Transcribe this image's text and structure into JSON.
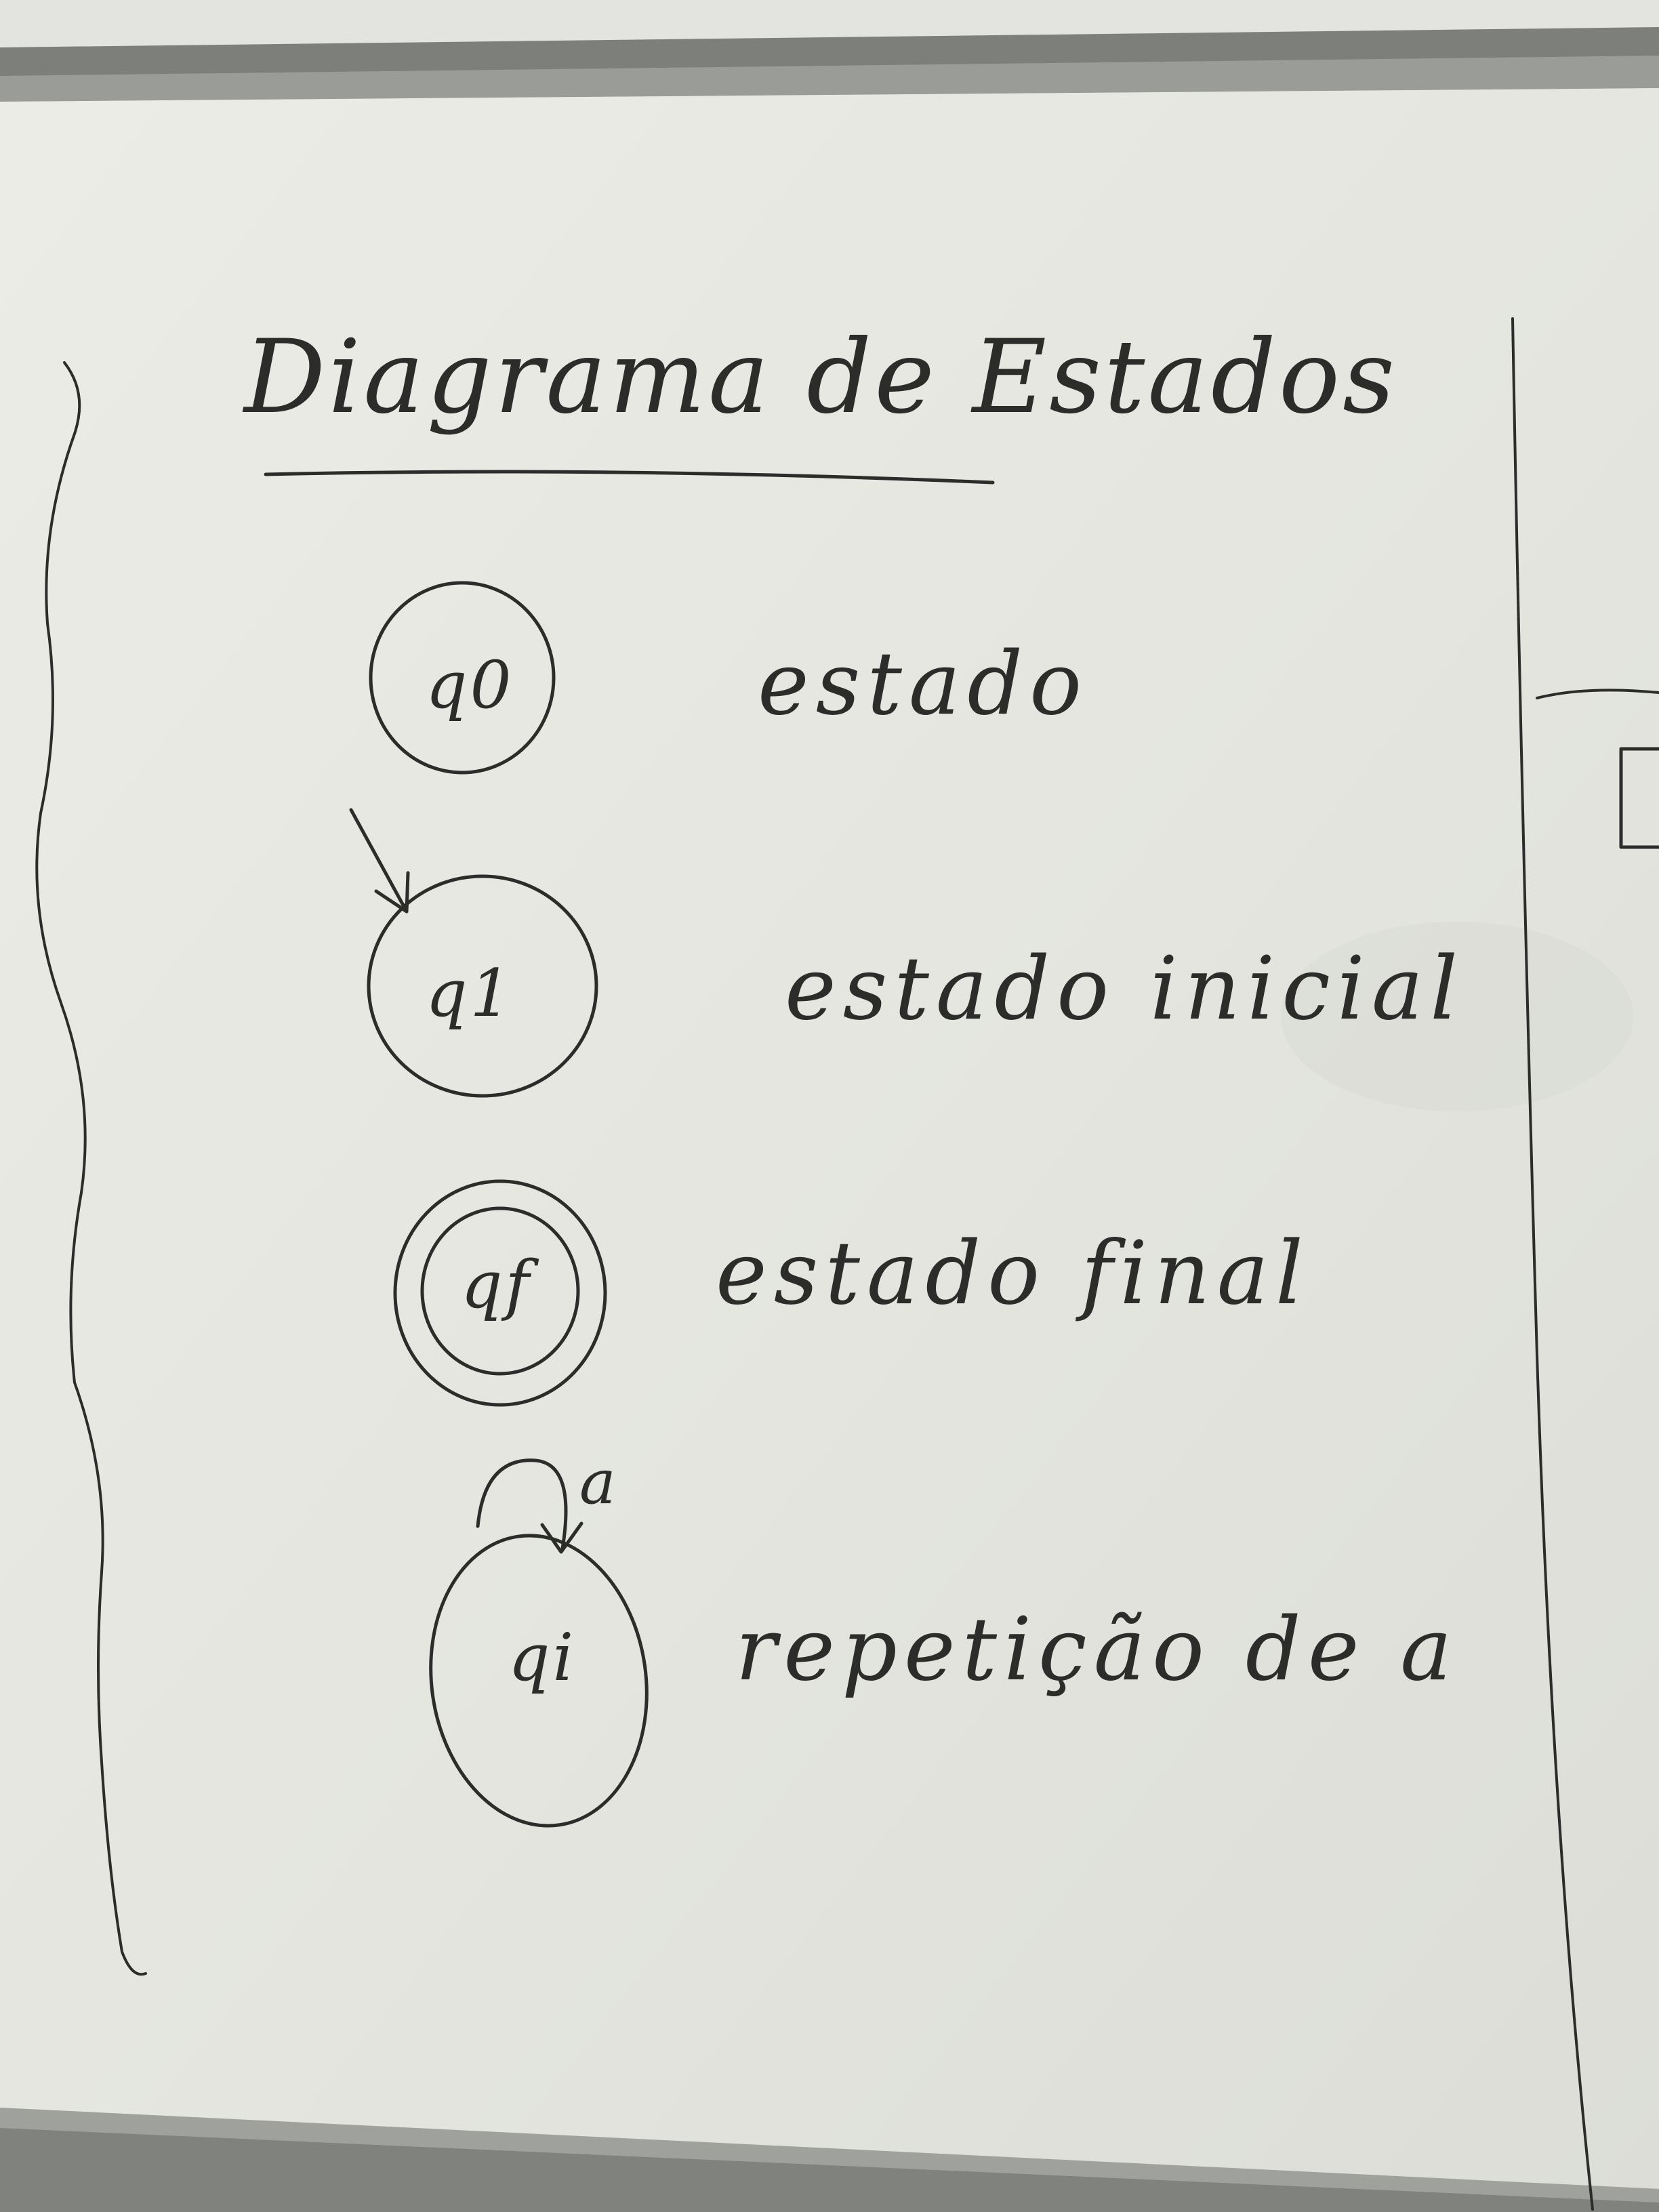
{
  "board": {
    "title": "Diagrama de Estados"
  },
  "states": [
    {
      "label": "q0",
      "description": "estado"
    },
    {
      "label": "q1",
      "description": "estado inicial"
    },
    {
      "label": "qf",
      "description": "estado final"
    },
    {
      "label": "qi",
      "description": "repetição de a"
    }
  ],
  "loop": {
    "symbol": "a"
  },
  "colors": {
    "whiteboard": "#e6e6e0",
    "frame": "#8a8c88",
    "ink": "#2c2d2a"
  }
}
